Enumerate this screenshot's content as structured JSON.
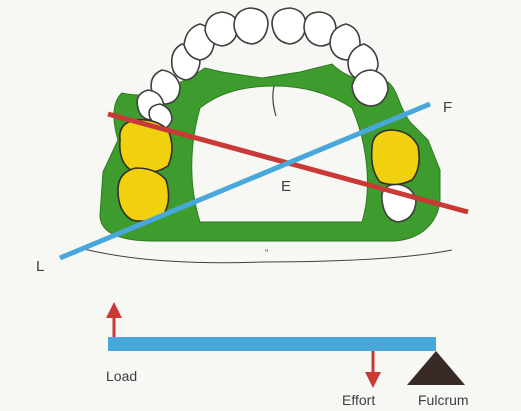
{
  "labels": {
    "fulcrum_point": "F",
    "effort_point": "E",
    "load_point": "L",
    "load": "Load",
    "effort": "Effort",
    "fulcrum": "Fulcrum"
  },
  "colors": {
    "denture_base": "#3e9b2e",
    "tooth_fill": "#ffffff",
    "tooth_outline": "#3f3f3f",
    "artificial_tooth": "#f1d10e",
    "red_line": "#c93a36",
    "blue_line": "#48a8dc",
    "fulcrum_triangle": "#3a2a25",
    "background": "#f7f7f4"
  },
  "icons": {
    "load_arrow": "arrow-up",
    "effort_arrow": "arrow-down",
    "fulcrum_marker": "triangle"
  }
}
